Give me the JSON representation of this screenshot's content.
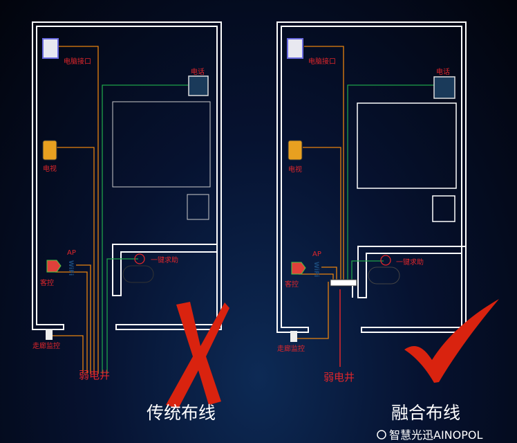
{
  "panels": [
    {
      "title": "传统布线",
      "labels": {
        "pc_port": "电脑接口",
        "phone": "电话",
        "tv": "电视",
        "ap": "AP",
        "room_control": "客控",
        "help": "一键求助",
        "corridor_monitor": "走廊监控",
        "shaft": "弱电井"
      },
      "verdict": "cross"
    },
    {
      "title": "融合布线",
      "labels": {
        "pc_port": "电脑接口",
        "phone": "电话",
        "tv": "电视",
        "ap": "AP",
        "room_control": "客控",
        "help": "一键求助",
        "corridor_monitor": "走廊监控",
        "shaft": "弱电井"
      },
      "verdict": "check"
    }
  ],
  "watermark": "智慧光迅AINOPOL",
  "colors": {
    "verdict": "#d9230f",
    "cable_orange": "#e8820f",
    "cable_green": "#1fa24a",
    "fiber_red": "#e0262b"
  }
}
